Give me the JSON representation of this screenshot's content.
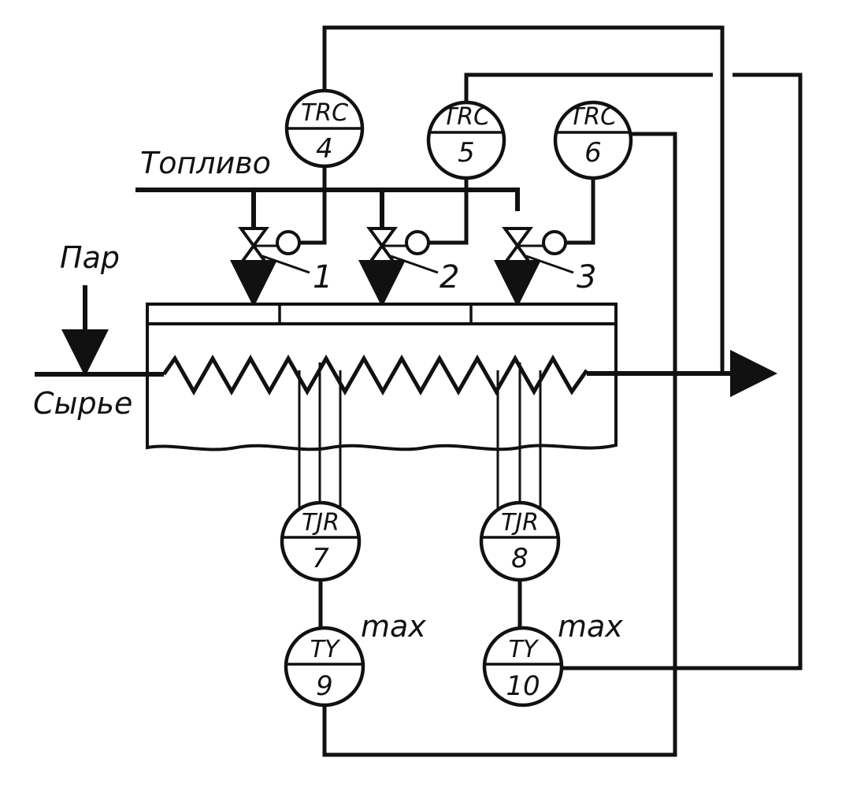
{
  "labels": {
    "fuel": "Топливо",
    "steam": "Пар",
    "feed": "Сырье"
  },
  "valves": [
    "1",
    "2",
    "3"
  ],
  "instruments": [
    {
      "id": "trc4",
      "tag": "TRC",
      "num": "4"
    },
    {
      "id": "trc5",
      "tag": "TRC",
      "num": "5"
    },
    {
      "id": "trc6",
      "tag": "TRC",
      "num": "6"
    },
    {
      "id": "tjr7",
      "tag": "TJR",
      "num": "7"
    },
    {
      "id": "tjr8",
      "tag": "TJR",
      "num": "8"
    },
    {
      "id": "ty9",
      "tag": "TY",
      "num": "9"
    },
    {
      "id": "ty10",
      "tag": "TY",
      "num": "10"
    }
  ],
  "selector_labels": [
    "max",
    "max"
  ]
}
